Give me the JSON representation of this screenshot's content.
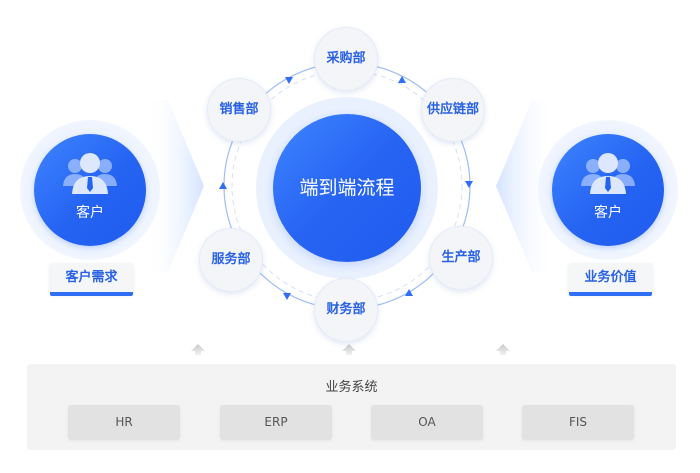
{
  "center": {
    "label": "端到端流程"
  },
  "departments": [
    {
      "key": "purchasing",
      "label": "采购部"
    },
    {
      "key": "supply-chain",
      "label": "供应链部"
    },
    {
      "key": "production",
      "label": "生产部"
    },
    {
      "key": "finance",
      "label": "财务部"
    },
    {
      "key": "service",
      "label": "服务部"
    },
    {
      "key": "sales",
      "label": "销售部"
    }
  ],
  "left_customer": {
    "icon": "customer-group-icon",
    "label": "客户",
    "caption": "客户需求"
  },
  "right_customer": {
    "icon": "customer-group-icon",
    "label": "客户",
    "caption": "业务价值"
  },
  "business_systems": {
    "title": "业务系统",
    "systems": [
      "HR",
      "ERP",
      "OA",
      "FIS"
    ]
  },
  "colors": {
    "primary_blue": "#2563f2",
    "text_blue": "#2a62e6",
    "node_bg": "#f4f5f8",
    "panel_bg": "#f3f3f4",
    "system_box_bg": "#e2e2e3"
  }
}
